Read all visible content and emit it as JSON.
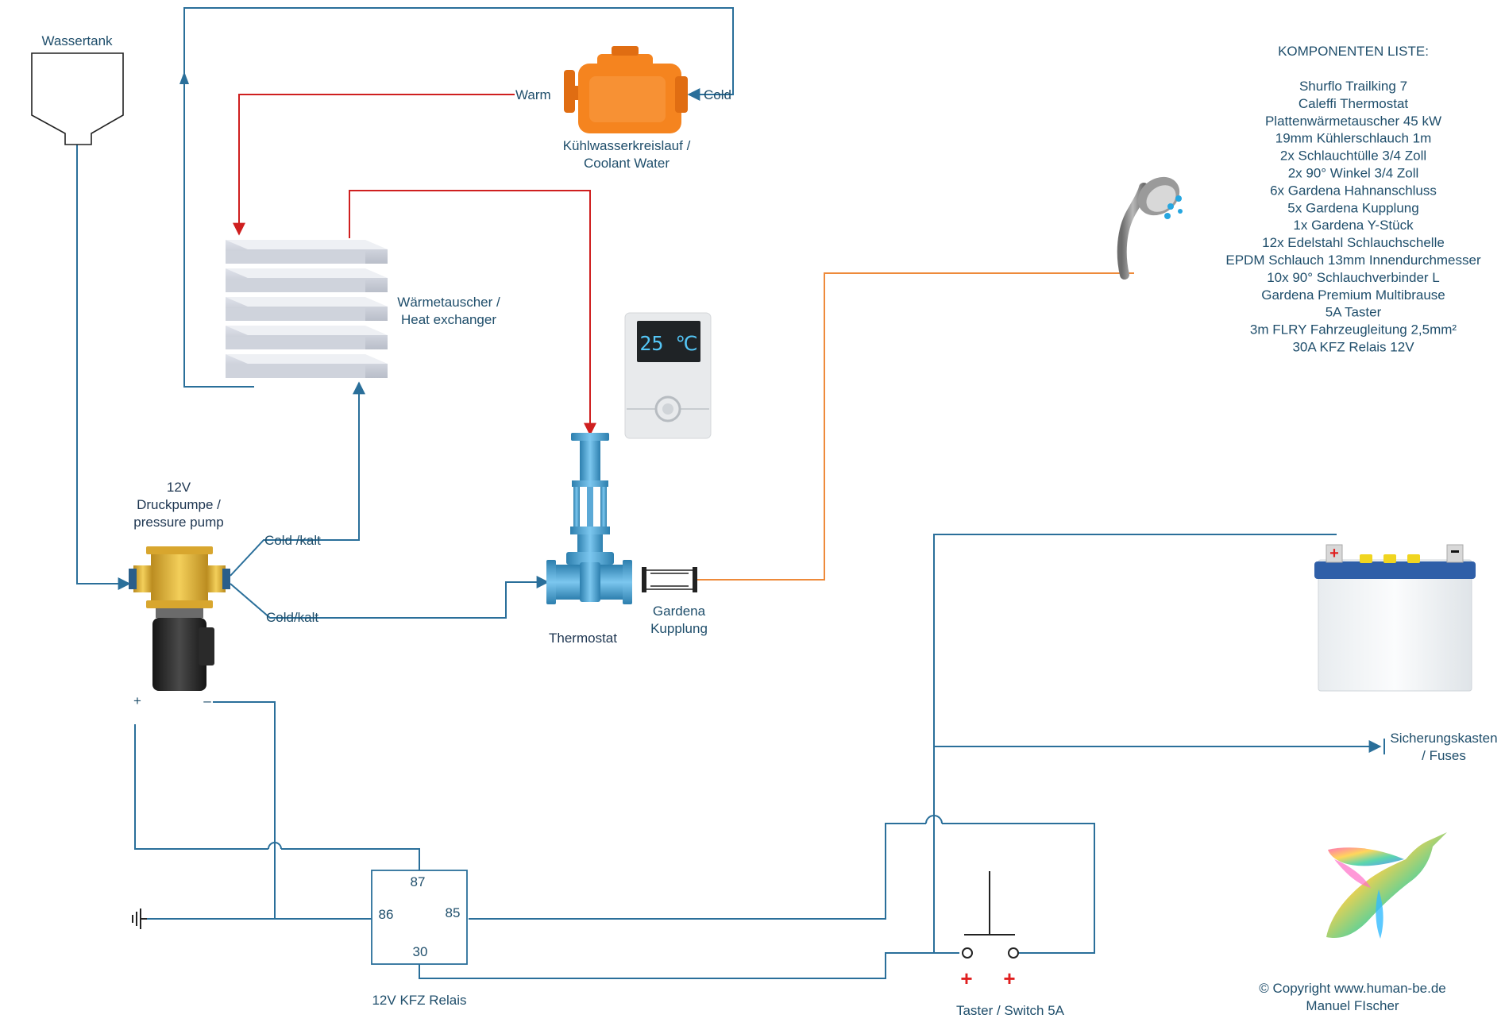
{
  "labels": {
    "wassertank": "Wassertank",
    "warm": "Warm",
    "cold": "Cold",
    "coolant_1": "Kühlwasserkreislauf /",
    "coolant_2": "Coolant Water",
    "hx_1": "Wärmetauscher /",
    "hx_2": "Heat exchanger",
    "pump_1": "12V",
    "pump_2": "Druckpumpe /",
    "pump_3": "pressure pump",
    "cold_kalt_1": "Cold /kalt",
    "cold_kalt_2": "Cold/kalt",
    "thermostat": "Thermostat",
    "gardena_1": "Gardena",
    "gardena_2": "Kupplung",
    "display_temp": "25 ℃",
    "pump_plus": "+",
    "pump_minus": "–",
    "relay_87": "87",
    "relay_86": "86",
    "relay_85": "85",
    "relay_30": "30",
    "relay_name": "12V KFZ Relais",
    "switch_name": "Taster / Switch 5A",
    "switch_plus_1": "+",
    "switch_plus_2": "+",
    "fuses_1": "Sicherungskasten",
    "fuses_2": "/ Fuses",
    "copyright_1": "© Copyright www.human-be.de",
    "copyright_2": "Manuel FIscher"
  },
  "components": {
    "title": "KOMPONENTEN LISTE:",
    "items": [
      "Shurflo Trailking 7",
      "Caleffi Thermostat",
      "Plattenwärmetauscher 45 kW",
      "19mm Kühlerschlauch 1m",
      "2x Schlauchtülle 3/4 Zoll",
      "2x 90° Winkel 3/4 Zoll",
      "6x Gardena Hahnanschluss",
      "5x Gardena Kupplung",
      "1x Gardena Y-Stück",
      "12x Edelstahl Schlauchschelle",
      "EPDM Schlauch 13mm Innendurchmesser",
      "10x 90° Schlauchverbinder L",
      "Gardena Premium Multibrause",
      "5A Taster",
      "3m FLRY Fahrzeugleitung 2,5mm²",
      "30A KFZ Relais 12V"
    ]
  },
  "colors": {
    "water_line": "#2a6f9a",
    "hot_line": "#cf1f1f",
    "shower_line": "#ee8a3a",
    "engine": "#f5841f",
    "text": "#1f4e6b"
  },
  "icons": [
    "water-tank-icon",
    "engine-icon",
    "heat-exchanger-icon",
    "thermostat-valve-icon",
    "thermostat-display-icon",
    "pressure-pump-icon",
    "gardena-coupling-icon",
    "shower-head-icon",
    "battery-icon",
    "relay-icon",
    "switch-icon",
    "ground-icon",
    "hummingbird-logo-icon"
  ]
}
